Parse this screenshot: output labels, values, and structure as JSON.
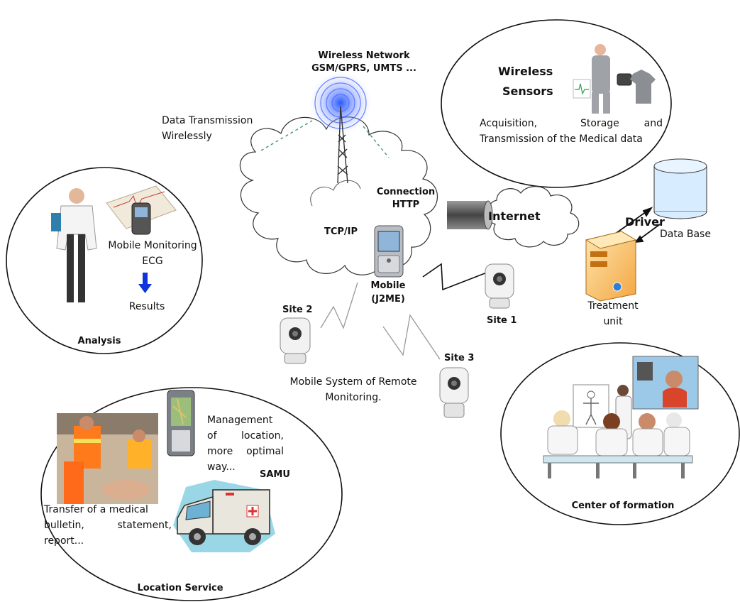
{
  "network": {
    "title_line1": "Wireless Network",
    "title_line2": "GSM/GPRS, UMTS ..."
  },
  "transmission": {
    "line1": "Data Transmission",
    "line2": "Wirelessly"
  },
  "sensors": {
    "title_line1": "Wireless",
    "title_line2": "Sensors",
    "desc_line1_word1": "Acquisition,",
    "desc_line1_word2": "Storage",
    "desc_line1_word3": "and",
    "desc_line2": "Transmission of the Medical data"
  },
  "cloud": {
    "connection_line1": "Connection",
    "connection_line2": "HTTP",
    "tcpip": "TCP/IP"
  },
  "internet": {
    "label": "Internet"
  },
  "database": {
    "driver": "Driver",
    "label": "Data Base"
  },
  "treatment": {
    "line1": "Treatment",
    "line2": "unit"
  },
  "mobile": {
    "line1": "Mobile",
    "line2": "(J2ME)"
  },
  "sites": {
    "site1": "Site 1",
    "site2": "Site 2",
    "site3": "Site 3"
  },
  "analysis": {
    "monitor_line1": "Mobile Monitoring",
    "monitor_line2": "ECG",
    "results": "Results",
    "title": "Analysis"
  },
  "system": {
    "line1": "Mobile System of Remote",
    "line2": "Monitoring."
  },
  "formation": {
    "title": "Center of formation"
  },
  "location": {
    "mgmt_line1": "Management",
    "mgmt_line2_word1": "of",
    "mgmt_line2_word2": "location,",
    "mgmt_line3_word1": "more",
    "mgmt_line3_word2": "optimal",
    "mgmt_line4": "way...",
    "samu": "SAMU",
    "transfer_line1": "Transfer of a medical",
    "transfer_line2_word1": "bulletin,",
    "transfer_line2_word2": "statement,",
    "transfer_line3": "report...",
    "title": "Location Service"
  }
}
